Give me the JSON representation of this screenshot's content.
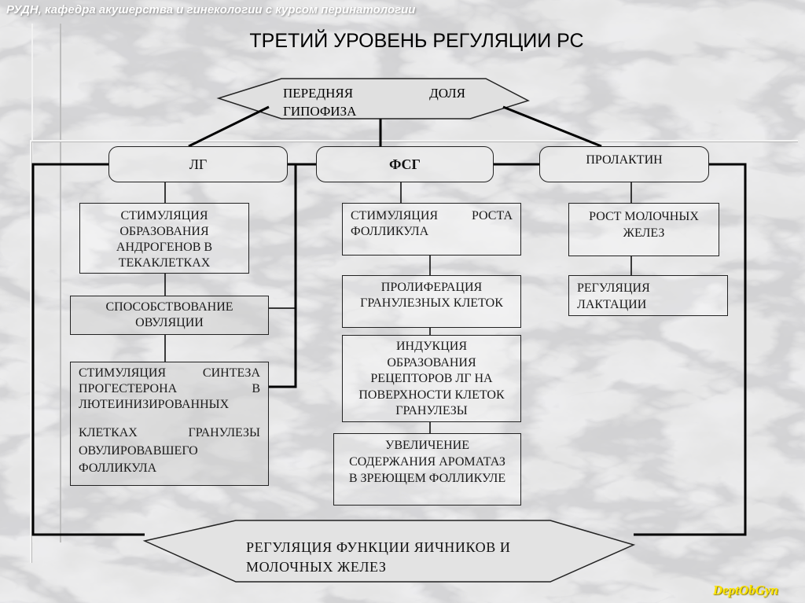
{
  "header": "РУДН, кафедра акушерства и гинекологии с курсом перинатологии",
  "title": "ТРЕТИЙ УРОВЕНЬ РЕГУЛЯЦИИ РС",
  "top_node": {
    "line1_left": "ПЕРЕДНЯЯ",
    "line1_right": "ДОЛЯ",
    "line2": "ГИПОФИЗА"
  },
  "hormones": {
    "lh": "ЛГ",
    "fsh": "ФСГ",
    "prolactin": "ПРОЛАКТИН"
  },
  "lh_effects": {
    "androgens": [
      "СТИМУЛЯЦИЯ",
      "ОБРАЗОВАНИЯ",
      "АНДРОГЕНОВ В",
      "ТЕКАКЛЕТКАХ"
    ],
    "ovulation": [
      "СПОСОБСТВОВАНИЕ",
      "ОВУЛЯЦИИ"
    ],
    "progesterone": {
      "row1": [
        "СТИМУЛЯЦИЯ",
        "СИНТЕЗА"
      ],
      "row2": [
        "ПРОГЕСТЕРОНА",
        "В"
      ],
      "row3": "ЛЮТЕИНИЗИРОВАННЫХ",
      "row4": [
        "КЛЕТКАХ",
        "ГРАНУЛЕЗЫ"
      ],
      "row5": "ОВУЛИРОВАВШЕГО",
      "row6": "ФОЛЛИКУЛА"
    }
  },
  "fsh_effects": {
    "growth": {
      "row1": [
        "СТИМУЛЯЦИЯ",
        "РОСТА"
      ],
      "row2": "ФОЛЛИКУЛА"
    },
    "proliferation": [
      "ПРОЛИФЕРАЦИЯ",
      "ГРАНУЛЕЗНЫХ КЛЕТОК"
    ],
    "receptors": [
      "ИНДУКЦИЯ",
      "ОБРАЗОВАНИЯ",
      "РЕЦЕПТОРОВ ЛГ НА",
      "ПОВЕРХНОСТИ КЛЕТОК",
      "ГРАНУЛЕЗЫ"
    ],
    "aromatase": [
      "УВЕЛИЧЕНИЕ",
      "СОДЕРЖАНИЯ АРОМАТАЗ",
      "В ЗРЕЮЩЕМ ФОЛЛИКУЛЕ"
    ]
  },
  "prolactin_effects": {
    "mammary": [
      "РОСТ МОЛОЧНЫХ",
      "ЖЕЛЕЗ"
    ],
    "lactation": [
      "РЕГУЛЯЦИЯ",
      "ЛАКТАЦИИ"
    ]
  },
  "bottom_node": {
    "line1": "РЕГУЛЯЦИЯ ФУНКЦИИ ЯИЧНИКОВ И",
    "line2": "МОЛОЧНЫХ ЖЕЛЕЗ"
  },
  "logo": "DeptObGyn",
  "colors": {
    "background": "#d9d9d9",
    "connector": "#000000",
    "header_text": "#ffffff",
    "logo": "#ffe600"
  }
}
